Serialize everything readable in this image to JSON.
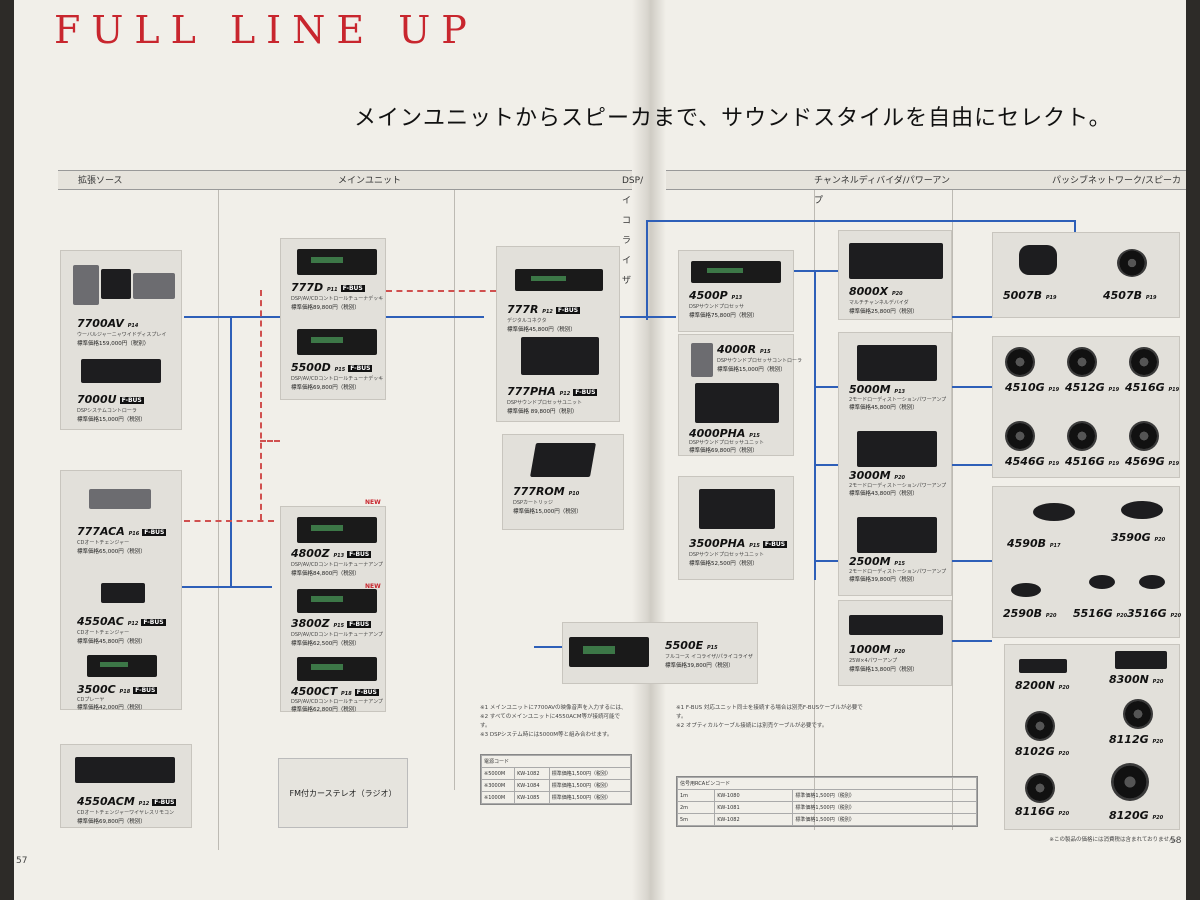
{
  "title": "FULL LINE UP",
  "headline": "メインユニットからスピーカまで、サウンドスタイルを自由にセレクト。",
  "columns": [
    "拡張ソース",
    "メインユニット",
    "DSP/イコライザ",
    "チャンネルディバイダ/パワーアンプ",
    "パッシブネットワーク/スピーカ"
  ],
  "products": {
    "p7700av": {
      "name": "7700AV",
      "page": "P14",
      "sub": "ウーバルジャーニャワイドディスプレイ",
      "price": "標準価格159,000円（税別）"
    },
    "p7000u": {
      "name": "7000U",
      "page": "",
      "sub": "DSPシステムコントローラ",
      "price": "標準価格15,000円（税別）"
    },
    "p777aca": {
      "name": "777ACA",
      "page": "P16",
      "sub": "CDオートチェンジャー",
      "price": "標準価格65,000円（税別）"
    },
    "p4550ac": {
      "name": "4550AC",
      "page": "P12",
      "sub": "CDオートチェンジャー",
      "price": "標準価格45,800円（税別）"
    },
    "p3500c": {
      "name": "3500C",
      "page": "P18",
      "sub": "CDプレーヤ",
      "price": "標準価格42,000円（税別）"
    },
    "p4550acm": {
      "name": "4550ACM",
      "page": "P12",
      "sub": "CDオートチェンジャーワイヤレスリモコン",
      "price": "標準価格69,800円（税別）"
    },
    "p777d": {
      "name": "777D",
      "page": "P11",
      "sub": "DSP/AV/CDコントロールチューナデッキ",
      "price": "標準価格89,800円（税別）"
    },
    "p5500d": {
      "name": "5500D",
      "page": "P15",
      "sub": "DSP/AV/CDコントロールチューナデッキ",
      "price": "標準価格69,800円（税別）"
    },
    "p4800z": {
      "name": "4800Z",
      "page": "P13",
      "sub": "DSP/AV/CDコントロールチューナアンプ",
      "price": "標準価格84,800円（税別）"
    },
    "p3800z": {
      "name": "3800Z",
      "page": "P15",
      "sub": "DSP/AV/CDコントロールチューナアンプ",
      "price": "標準価格62,500円（税別）"
    },
    "p4500ct": {
      "name": "4500CT",
      "page": "P18",
      "sub": "DSP/AV/CDコントロールチューナアンプ",
      "price": "標準価格62,800円（税別）"
    },
    "p777r": {
      "name": "777R",
      "page": "P12",
      "sub": "デジタルコネクタ",
      "price": "標準価格45,800円（税別）"
    },
    "p777pha": {
      "name": "777PHA",
      "page": "P12",
      "sub": "DSPサウンドプロセッサユニット",
      "price": "標準価格 89,800円（税別）"
    },
    "p777rom": {
      "name": "777ROM",
      "page": "P10",
      "sub": "DSPカートリッジ",
      "price": "標準価格15,000円（税別）"
    },
    "p4500p": {
      "name": "4500P",
      "page": "P13",
      "sub": "DSPサウンドプロセッサ",
      "price": "標準価格75,800円（税別）"
    },
    "p4000r": {
      "name": "4000R",
      "page": "P15",
      "sub": "DSPサウンドプロセッサコントローラ",
      "price": "標準価格15,000円（税別）"
    },
    "p4000pha": {
      "name": "4000PHA",
      "page": "P15",
      "sub": "DSPサウンドプロセッサユニット",
      "price": "標準価格69,800円（税別）"
    },
    "p3500pha": {
      "name": "3500PHA",
      "page": "P15",
      "sub": "DSPサウンドプロセッサユニット",
      "price": "標準価格52,500円（税別）"
    },
    "p5500e": {
      "name": "5500E",
      "page": "P15",
      "sub": "フルコース イコライザ/パライコライザ",
      "price": "標準価格39,800円（税別）"
    },
    "p8000x": {
      "name": "8000X",
      "page": "P20",
      "sub": "マルチチャンネルデバイダ",
      "price": "標準価格25,800円（税別）"
    },
    "p5000m": {
      "name": "5000M",
      "page": "P13",
      "sub": "2モードローディストーションパワーアンプ",
      "price": "標準価格45,800円（税別）"
    },
    "p3000m": {
      "name": "3000M",
      "page": "P20",
      "sub": "2モードローディストーションパワーアンプ",
      "price": "標準価格43,800円（税別）"
    },
    "p2500m": {
      "name": "2500M",
      "page": "P15",
      "sub": "2モードローディストーションパワーアンプ",
      "price": "標準価格39,800円（税別）"
    },
    "p1000m": {
      "name": "1000M",
      "page": "P20",
      "sub": "25W×4パワーアンプ",
      "price": "標準価格13,800円（税別）"
    },
    "p5007b": {
      "name": "5007B",
      "page": "P19",
      "sub": "",
      "price": ""
    },
    "p4507b": {
      "name": "4507B",
      "page": "P19",
      "sub": "",
      "price": ""
    },
    "p4510g": {
      "name": "4510G",
      "page": "P19",
      "sub": "",
      "price": ""
    },
    "p4512g": {
      "name": "4512G",
      "page": "P19",
      "sub": "",
      "price": ""
    },
    "p4516g": {
      "name": "4516G",
      "page": "P19",
      "sub": "",
      "price": ""
    },
    "p4546g": {
      "name": "4546G",
      "page": "P19",
      "sub": "",
      "price": ""
    },
    "p4516g2": {
      "name": "4516G",
      "page": "P19",
      "sub": "",
      "price": ""
    },
    "p4569g": {
      "name": "4569G",
      "page": "P19",
      "sub": "",
      "price": ""
    },
    "p4590b": {
      "name": "4590B",
      "page": "P17",
      "sub": "",
      "price": ""
    },
    "p3590g": {
      "name": "3590G",
      "page": "P20",
      "sub": "",
      "price": ""
    },
    "p2590b": {
      "name": "2590B",
      "page": "P20",
      "sub": "",
      "price": ""
    },
    "p5516g": {
      "name": "5516G",
      "page": "P20",
      "sub": "",
      "price": ""
    },
    "p3516g": {
      "name": "3516G",
      "page": "P20",
      "sub": "",
      "price": ""
    },
    "p8200n": {
      "name": "8200N",
      "page": "P20",
      "sub": "",
      "price": ""
    },
    "p8300n": {
      "name": "8300N",
      "page": "P20",
      "sub": "",
      "price": ""
    },
    "p8102g": {
      "name": "8102G",
      "page": "P20",
      "sub": "",
      "price": ""
    },
    "p8112g": {
      "name": "8112G",
      "page": "P20",
      "sub": "",
      "price": ""
    },
    "p8116g": {
      "name": "8116G",
      "page": "P20",
      "sub": "",
      "price": ""
    },
    "p8120g": {
      "name": "8120G",
      "page": "P20",
      "sub": "",
      "price": ""
    }
  },
  "fbus": "F-BUS",
  "new_label": "NEW",
  "fm_radio": "FM付カーステレオ（ラジオ）",
  "notes_left": [
    "※1 メインユニットに7700AVの映像音声を入力するには、",
    "※2 すべてのメインユニットに4550ACM等が接続可能です。",
    "※3 DSPシステム時には5000M等と組み合わせます。"
  ],
  "notes_right": [
    "※1 F-BUS 対応ユニット同士を接続する場合は別売F-BUSケーブルが必要です。",
    "※2 オプティカルケーブル接続には別売ケーブルが必要です。"
  ],
  "table_left": {
    "header": "電源コード",
    "rows": [
      [
        "※5000M",
        "KW-1082",
        "標準価格1,500円（税別）"
      ],
      [
        "※3000M",
        "KW-1084",
        "標準価格1,500円（税別）"
      ],
      [
        "※1000M",
        "KW-1085",
        "標準価格1,500円（税別）"
      ]
    ]
  },
  "table_right": {
    "header": "信号用RCAピンコード",
    "rows": [
      [
        "1m",
        "KW-1080",
        "標準価格1,500円（税別）"
      ],
      [
        "2m",
        "KW-1081",
        "標準価格1,500円（税別）"
      ],
      [
        "5m",
        "KW-1082",
        "標準価格1,500円（税別）"
      ]
    ]
  },
  "page_left": "57",
  "page_right": "58",
  "footnote_right": "※この製品の価格には消費税は含まれておりません。"
}
